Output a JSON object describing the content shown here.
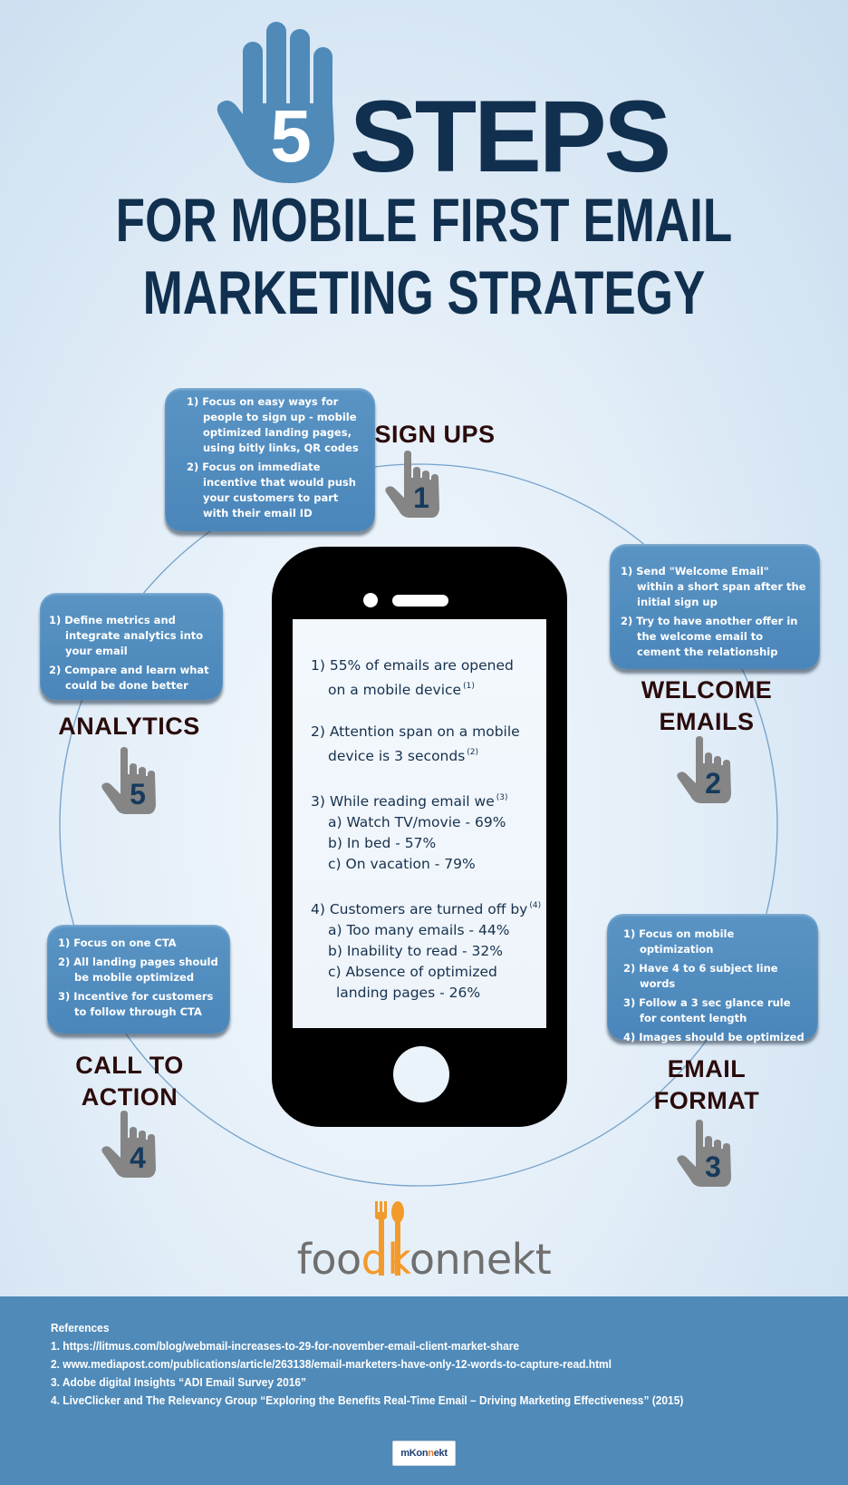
{
  "header": {
    "number": "5",
    "steps_word": "STEPS",
    "subtitle_line1": "FOR MOBILE FIRST EMAIL",
    "subtitle_line2": "MARKETING STRATEGY",
    "colors": {
      "title": "#11304f",
      "hand": "#4f8ab9"
    }
  },
  "steps": [
    {
      "id": "signups",
      "number": "1",
      "label": "SIGN UPS",
      "items": [
        "1) Focus on easy ways for people to sign up - mobile optimized landing pages, using bitly links, QR codes",
        "2) Focus on immediate incentive that would push your customers to part with their email ID"
      ]
    },
    {
      "id": "welcome",
      "number": "2",
      "label_line1": "WELCOME",
      "label_line2": "EMAILS",
      "items": [
        "1) Send \"Welcome Email\" within a short span after the initial sign up",
        "2) Try to have another offer in the welcome email to cement the relationship"
      ]
    },
    {
      "id": "format",
      "number": "3",
      "label_line1": "EMAIL",
      "label_line2": "FORMAT",
      "items": [
        "1) Focus on mobile optimization",
        "2) Have 4 to 6 subject line words",
        "3) Follow a 3 sec glance rule for content length",
        "4) Images should be optimized"
      ]
    },
    {
      "id": "cta",
      "number": "4",
      "label_line1": "CALL TO",
      "label_line2": "ACTION",
      "items": [
        "1) Focus on one CTA",
        "2) All landing pages should be mobile optimized",
        "3) Incentive for customers to follow through CTA"
      ]
    },
    {
      "id": "analytics",
      "number": "5",
      "label": "ANALYTICS",
      "items": [
        "1) Define metrics and integrate analytics into your email",
        "2) Compare and learn what could be done better"
      ]
    }
  ],
  "phone_stats": {
    "s1_line1": "1) 55% of emails are opened",
    "s1_line2": "on a mobile device",
    "s1_ref": "(1)",
    "s2_line1": "2) Attention span on a mobile",
    "s2_line2": "device is 3 seconds",
    "s2_ref": "(2)",
    "s3_head": "3) While reading email we",
    "s3_ref": "(3)",
    "s3_a": "a) Watch TV/movie - 69%",
    "s3_b": "b) In bed - 57%",
    "s3_c": "c) On vacation - 79%",
    "s4_head": "4) Customers are turned off by",
    "s4_ref": "(4)",
    "s4_a": "a) Too many emails  - 44%",
    "s4_b": "b) Inability to read - 32%",
    "s4_c1": "c) Absence of optimized",
    "s4_c2": "landing pages - 26%"
  },
  "brand": {
    "name_part1": "foo",
    "name_highlight": "dk",
    "name_part2": "onnekt",
    "colors": {
      "text": "#6f6f6f",
      "accent": "#f39a2c"
    }
  },
  "footer": {
    "references_heading": "References",
    "references": [
      "1. https://litmus.com/blog/webmail-increases-to-29-for-november-email-client-market-share",
      "2. www.mediapost.com/publications/article/263138/email-marketers-have-only-12-words-to-capture-read.html",
      "3. Adobe digital Insights “ADI Email Survey 2016”",
      "4. LiveClicker and The Relevancy Group “Exploring the Benefits Real-Time Email – Driving Marketing Effectiveness” (2015)"
    ],
    "logo_part1": "mKon",
    "logo_accent": "n",
    "logo_part2": "ekt",
    "background": "#4f8ab9"
  }
}
